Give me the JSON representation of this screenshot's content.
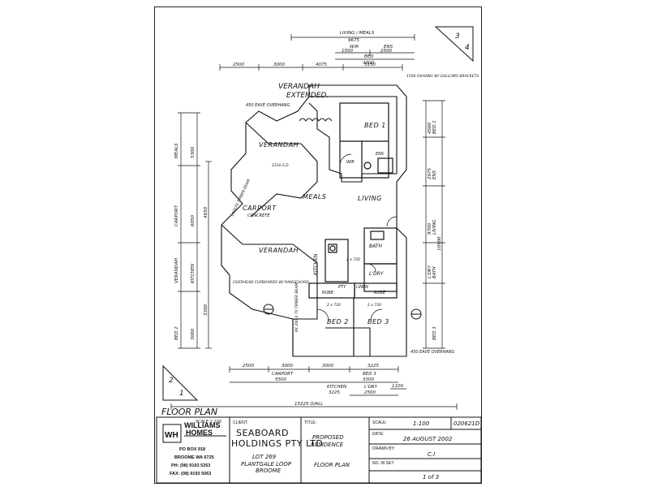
{
  "drawing": {
    "sheet_marks": {
      "top_right": [
        "3",
        "4"
      ],
      "bottom_left": [
        "2",
        "1"
      ]
    },
    "top_dims": {
      "living_meals": "LIVING / MEALS",
      "living_meals_value": "9675",
      "wir": "W/R",
      "ens": "ENS",
      "wir_value": "1500",
      "ens_value": "2500",
      "bed": "BED",
      "bed_value": "3300",
      "chain": [
        "2500",
        "3000",
        "4075",
        "5150"
      ],
      "eave_note": "1500 OVHANG W/ GALLOWS BRACKETS"
    },
    "notes": {
      "verandah_extended": "VERANDAH",
      "verandah_extended_2": "EXTENDED.",
      "eave_450": "450 EAVE OVERHANG",
      "eave_450_bottom": "450 EAVE OVERHANG",
      "timber_beam": "190X70 TIMBER BEAM",
      "cupboards": "OVERHEAD CUPBOARDS W/ RANGEHOOD",
      "kitchen_beam": "KK 290 X 70 TIMBER BEAM"
    },
    "rooms": {
      "bed1": "BED 1",
      "verandah": "VERANDAH",
      "meals": "MEALS",
      "living": "LIVING",
      "carport": "CARPORT",
      "carport_sub": "CONCRETE",
      "verandah2": "VERANDAH",
      "kitchen": "KITCHEN",
      "bath": "BATH",
      "ldry": "L'DRY",
      "linen": "LINEN",
      "robe1": "ROBE",
      "robe2": "ROBE",
      "bed2": "BED 2",
      "bed3": "BED 3",
      "wir": "WIR",
      "ens": "ENS",
      "pty": "PTY",
      "door_sizes": [
        "2310 S.D",
        "2 x 720",
        "2 x 720",
        "2 x 720"
      ]
    },
    "left_dims": [
      "MEALS",
      "CARPORT",
      "VERANDAH",
      "BED 2",
      "KITCHEN",
      "5300",
      "6050",
      "3000",
      "4650",
      "3300"
    ],
    "right_dims": [
      "BED 1",
      "ENS",
      "LIVING",
      "BATH",
      "L'DRY",
      "BED 3",
      "4500",
      "2975",
      "9700",
      "10500"
    ],
    "bottom_dims": {
      "chain": [
        "2500",
        "3000",
        "3000",
        "3225"
      ],
      "carport": "CARPORT",
      "carport_value": "5500",
      "kitchen": "KITCHEN",
      "kitchen_value": "3225",
      "bed3": "BED 3",
      "bed3_value": "3300",
      "ldry": "L'DRY",
      "ldry_value": "2500",
      "overall": "15225 O/ALL",
      "side_value": "1100"
    },
    "floor_plan_title": "FLOOR PLAN",
    "floor_plan_scale": "SCALE 1:100"
  },
  "title_block": {
    "logo_mark": "WH",
    "brand_line1": "WILLIAMS",
    "brand_line2": "HOMES",
    "address": [
      "PO BOX 918",
      "BROOME WA 6725",
      "PH: (08) 9193 5353",
      "FAX: (08) 9193 5063"
    ],
    "client_label": "CLIENT:",
    "client_name_1": "SEABOARD",
    "client_name_2": "HOLDINGS PTY LTD",
    "lot_line1": "LOT 269",
    "lot_line2": "PLANTGALE LOOP",
    "lot_line3": "BROOME",
    "title_label": "TITLE:",
    "title_line1": "PROPOSED",
    "title_line2": "RESIDENCE",
    "title_line3": "FLOOR PLAN",
    "scale_label": "SCALE:",
    "scale_value": "1:100",
    "job_no": "020621D",
    "date_label": "DATE:",
    "date_value": "26 AUGUST 2002",
    "drawn_label": "DRAWN BY:",
    "drawn_value": "C.I",
    "sheet_label": "NO. IN SET:",
    "sheet_value": "1 of 3"
  }
}
